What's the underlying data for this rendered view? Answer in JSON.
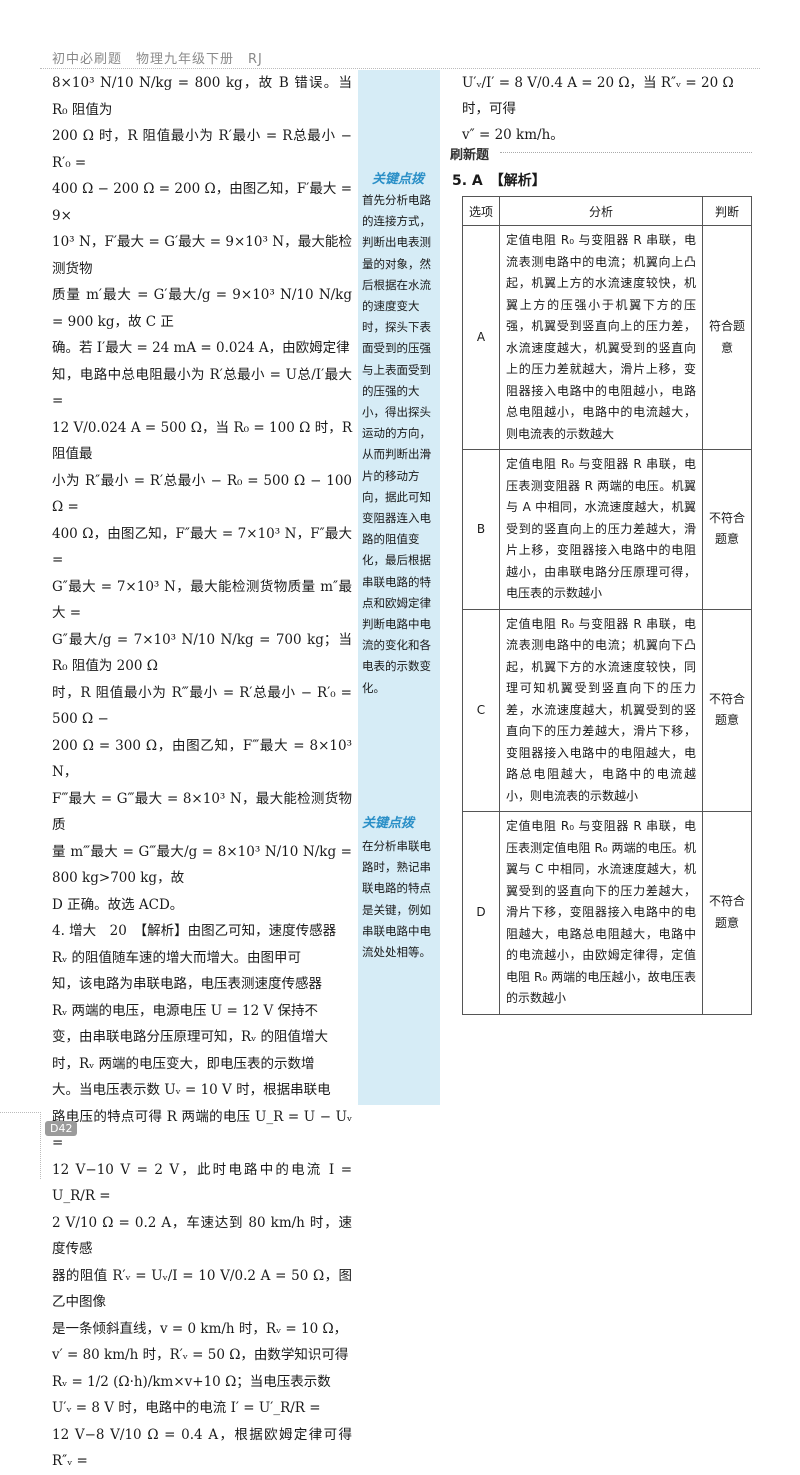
{
  "header": {
    "title": "初中必刷题　物理九年级下册　RJ"
  },
  "left_column": {
    "lines": [
      "8×10³ N/10 N/kg = 800 kg，故 B 错误。当 R₀ 阻值为",
      "200 Ω 时，R 阻值最小为 R′最小 = R总最小 − R′₀ =",
      "400 Ω − 200 Ω = 200 Ω，由图乙知，F′最大 = 9×",
      "10³ N，F′最大 = G′最大 = 9×10³ N，最大能检测货物",
      "质量 m′最大 = G′最大/g = 9×10³ N/10 N/kg = 900 kg，故 C 正",
      "确。若 I′最大 = 24 mA = 0.024 A，由欧姆定律",
      "知，电路中总电阻最小为 R′总最小 = U总/I′最大 =",
      "12 V/0.024 A = 500 Ω，当 R₀ = 100 Ω 时，R 阻值最",
      "小为 R″最小 = R′总最小 − R₀ = 500 Ω − 100 Ω =",
      "400 Ω，由图乙知，F″最大 = 7×10³ N，F″最大 =",
      "G″最大 = 7×10³ N，最大能检测货物质量 m″最大 =",
      "G″最大/g = 7×10³ N/10 N/kg = 700 kg；当 R₀ 阻值为 200 Ω",
      "时，R 阻值最小为 R‴最小 = R′总最小 − R′₀ = 500 Ω −",
      "200 Ω = 300 Ω，由图乙知，F‴最大 = 8×10³ N，",
      "F‴最大 = G‴最大 = 8×10³ N，最大能检测货物质",
      "量 m‴最大 = G‴最大/g = 8×10³ N/10 N/kg = 800 kg>700 kg，故",
      "D 正确。故选 ACD。",
      "4. 增大　20　【解析】由图乙可知，速度传感器",
      "Rᵥ 的阻值随车速的增大而增大。由图甲可",
      "知，该电路为串联电路，电压表测速度传感器",
      "Rᵥ 两端的电压，电源电压 U = 12 V 保持不",
      "变，由串联电路分压原理可知，Rᵥ 的阻值增大",
      "时，Rᵥ 两端的电压变大，即电压表的示数增",
      "大。当电压表示数 Uᵥ = 10 V 时，根据串联电",
      "路电压的特点可得 R 两端的电压 U_R = U − Uᵥ =",
      "12 V−10 V = 2 V，此时电路中的电流 I = U_R/R =",
      "2 V/10 Ω = 0.2 A，车速达到 80 km/h 时，速度传感",
      "器的阻值 R′ᵥ = Uᵥ/I = 10 V/0.2 A = 50 Ω，图乙中图像",
      "是一条倾斜直线，v = 0 km/h 时，Rᵥ = 10 Ω，",
      "v′ = 80 km/h 时，R′ᵥ = 50 Ω，由数学知识可得",
      "Rᵥ = 1/2 (Ω·h)/km×v+10 Ω；当电压表示数",
      "U′ᵥ = 8 V 时，电路中的电流 I′ = U′_R/R =",
      "12 V−8 V/10 Ω = 0.4 A，根据欧姆定律可得 R″ᵥ ="
    ]
  },
  "sidebar": {
    "tip1_title": "关键点拨",
    "tip1_text": "首先分析电路的连接方式，判断出电表测量的对象，然后根据在水流的速度变大时，探头下表面受到的压强与上表面受到的压强的大小，得出探头运动的方向，从而判断出滑片的移动方向，据此可知变阻器连入电路的阻值变化，最后根据串联电路的特点和欧姆定律判断电路中电流的变化和各电表的示数变化。",
    "tip2_title": "关键点拨",
    "tip2_text": "在分析串联电路时，熟记串联电路的特点是关键，例如串联电路中电流处处相等。"
  },
  "right_column": {
    "lines": [
      "U′ᵥ/I′ = 8 V/0.4 A = 20 Ω，当 R″ᵥ = 20 Ω 时，可得",
      "v″ = 20 km/h。"
    ],
    "badge": "刷新题",
    "question_head": "5. A　【解析】",
    "table": {
      "headers": [
        "选项",
        "分析",
        "判断"
      ],
      "rows": [
        {
          "option": "A",
          "analysis": "定值电阻 R₀ 与变阻器 R 串联，电流表测电路中的电流；机翼向上凸起，机翼上方的水流速度较快，机翼上方的压强小于机翼下方的压强，机翼受到竖直向上的压力差，水流速度越大，机翼受到的竖直向上的压力差就越大，滑片上移，变阻器接入电路中的电阻越小，电路总电阻越小，电路中的电流越大，则电流表的示数越大",
          "judgement": "符合题意"
        },
        {
          "option": "B",
          "analysis": "定值电阻 R₀ 与变阻器 R 串联，电压表测变阻器 R 两端的电压。机翼与 A 中相同，水流速度越大，机翼受到的竖直向上的压力差越大，滑片上移，变阻器接入电路中的电阻越小，由串联电路分压原理可得，电压表的示数越小",
          "judgement": "不符合题意"
        },
        {
          "option": "C",
          "analysis": "定值电阻 R₀ 与变阻器 R 串联，电流表测电路中的电流；机翼向下凸起，机翼下方的水流速度较快，同理可知机翼受到竖直向下的压力差，水流速度越大，机翼受到的竖直向下的压力差越大，滑片下移，变阻器接入电路中的电阻越大，电路总电阻越大，电路中的电流越小，则电流表的示数越小",
          "judgement": "不符合题意"
        },
        {
          "option": "D",
          "analysis": "定值电阻 R₀ 与变阻器 R 串联，电压表测定值电阻 R₀ 两端的电压。机翼与 C 中相同，水流速度越大，机翼受到的竖直向下的压力差越大，滑片下移，变阻器接入电路中的电阻越大，电路总电阻越大，电路中的电流越小，由欧姆定律得，定值电阻 R₀ 两端的电压越小，故电压表的示数越小",
          "judgement": "不符合题意"
        }
      ]
    }
  },
  "footer": {
    "page_number": "D42"
  },
  "colors": {
    "sidebar_bg": "#d6ecf6",
    "tip_title": "#2a8fc7"
  }
}
